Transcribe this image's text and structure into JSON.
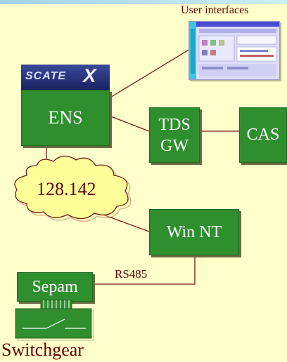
{
  "user_interfaces_label": "User interfaces",
  "logo_text": "SCATE",
  "logo_mark": "X",
  "nodes": {
    "ens": "ENS",
    "tds_gw": [
      "TDS",
      "GW"
    ],
    "cas": "CAS",
    "win_nt": "Win NT",
    "sepam": "Sepam"
  },
  "network_label": "128.142",
  "link_label": "RS485",
  "switchgear_label": "Switchgear",
  "colors": {
    "background": "#ffffcc",
    "node_fill": "#2f8f2f",
    "node_text": "#ffffff",
    "line": "#7a1a1a",
    "cloud_fill": "#ffff99",
    "label_text": "#660000"
  },
  "icons": [
    "screen-thumbnail",
    "scate-x-logo",
    "cloud-shape",
    "switch-symbol"
  ]
}
